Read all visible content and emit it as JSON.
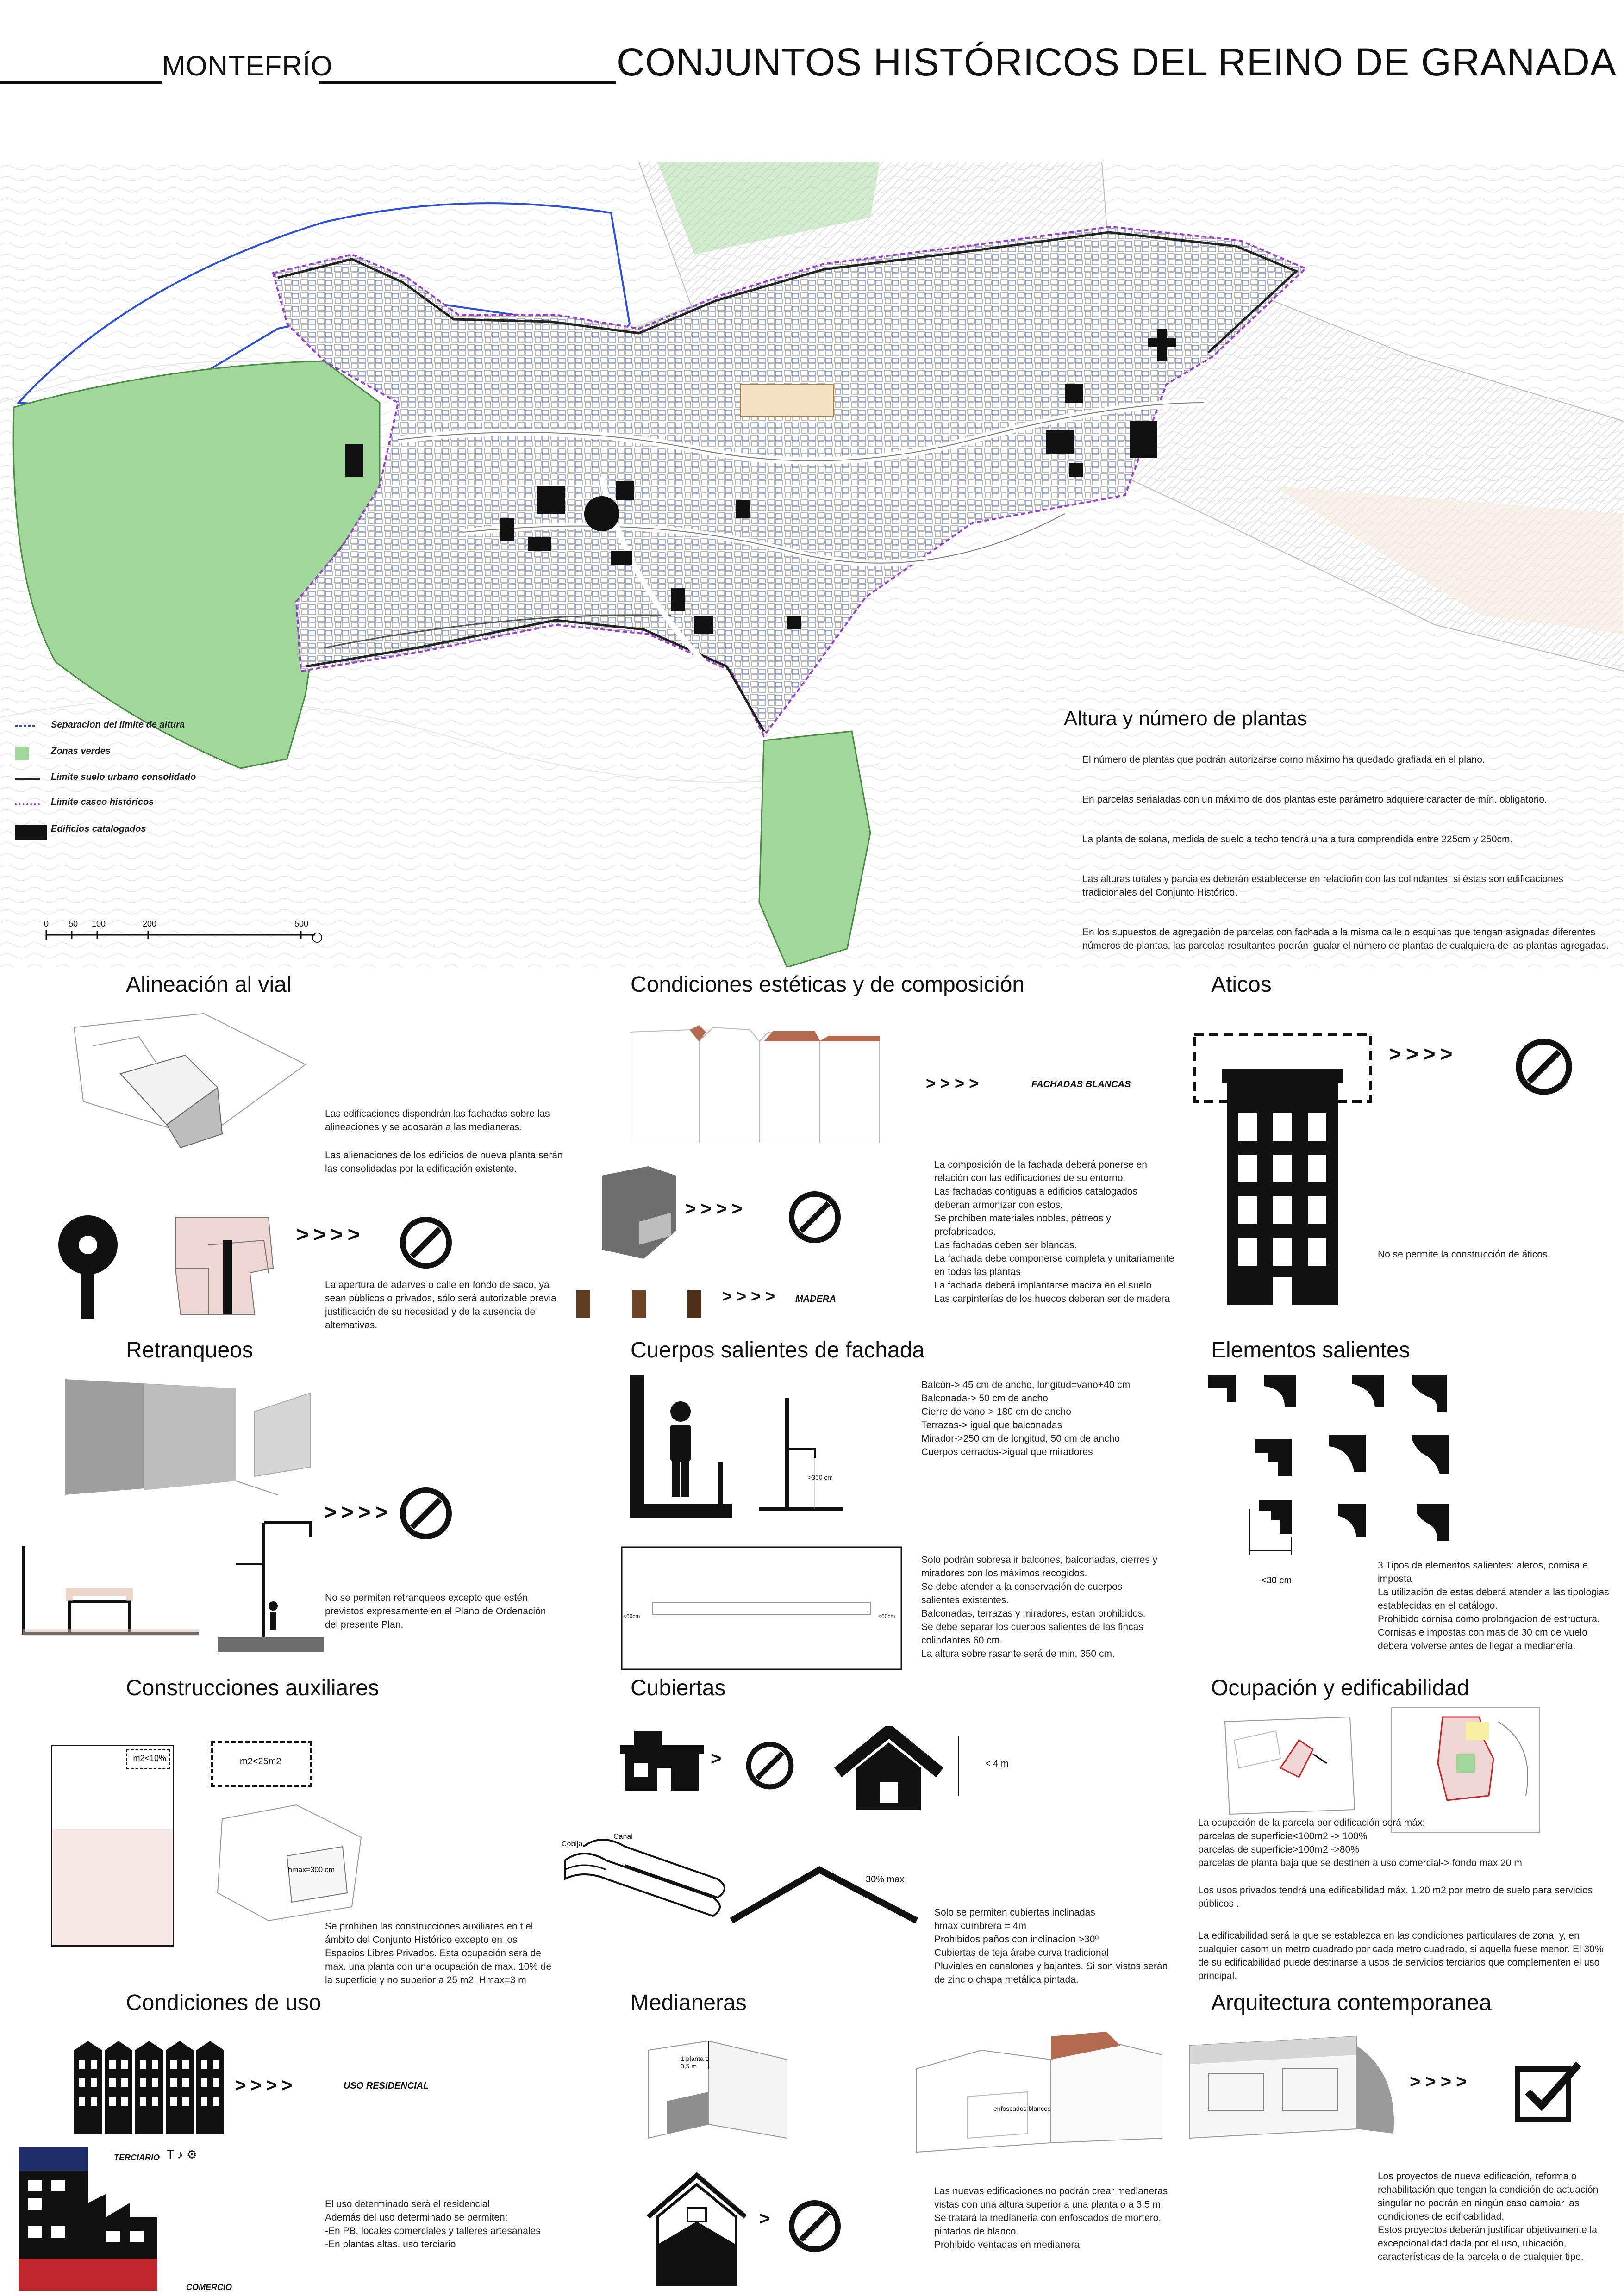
{
  "header": {
    "town": "MONTEFRÍO",
    "title": "CONJUNTOS HISTÓRICOS DEL REINO DE GRANADA"
  },
  "legend": {
    "items": [
      {
        "label": "Separacion del limite de altura",
        "color": "#2b4fd8"
      },
      {
        "label": "Zonas verdes",
        "color": "#9fd89a"
      },
      {
        "label": "Limite suelo urbano consolidado",
        "color": "#222222"
      },
      {
        "label": "Limite casco históricos",
        "color": "#9b3fd1"
      },
      {
        "label": "Edificios catalogados",
        "color": "#111111"
      }
    ],
    "scale_ticks": [
      "0",
      "50",
      "100",
      "200",
      "500"
    ]
  },
  "altura": {
    "title": "Altura y número de plantas",
    "p1": "El número de plantas que podrán autorizarse como máximo ha quedado grafiada en el plano.",
    "p2": "En parcelas señaladas con un máximo de dos plantas este parámetro adquiere caracter de mín. obligatorio.",
    "p3": "La planta de solana, medida de suelo a techo tendrá una altura comprendida entre 225cm y 250cm.",
    "p4": "Las alturas totales y parciales deberán establecerse en relacióñn con las colindantes, si éstas son edificaciones tradicionales del Conjunto Histórico.",
    "p5": "En los supuestos de agregación de parcelas con fachada a la misma calle o esquinas que tengan asignadas diferentes números de plantas, las parcelas resultantes podrán igualar el número de plantas de cualquiera de las plantas agregadas."
  },
  "alineacion": {
    "title": "Alineación al vial",
    "t1": "Las edificaciones dispondrán las fachadas sobre las alineaciones y se adosarán a las medianeras.",
    "t2": "Las alienaciones de los edificios de nueva planta serán las consolidadas por la edificación existente.",
    "t3": "La apertura de adarves o calle en fondo de saco, ya sean públicos o privados, sólo será autorizable previa justificación de su necesidad y de la ausencia de alternativas."
  },
  "esteticas": {
    "title": "Condiciones estéticas y de composición",
    "label_blancas": "FACHADAS BLANCAS",
    "label_madera": "MADERA",
    "text": "La composición de la fachada deberá ponerse en relación con las edificaciones de su entorno.\nLas fachadas contiguas a edificios catalogados deberan armonizar con estos.\nSe prohiben materiales nobles, pétreos y prefabricados.\nLas fachadas deben ser blancas.\nLa fachada debe componerse completa y unitariamente en todas las plantas\nLa fachada deberá implantarse maciza en el suelo\nLas carpinterías de los huecos deberan ser de madera"
  },
  "aticos": {
    "title": "Aticos",
    "text": "No se permite la construcción de áticos."
  },
  "retranqueos": {
    "title": "Retranqueos",
    "text": "No se permiten retranqueos excepto que estén previstos expresamente en el Plano de Ordenación del presente Plan."
  },
  "cuerpos": {
    "title": "Cuerpos salientes de fachada",
    "list": "Balcón-> 45 cm de ancho, longitud=vano+40 cm\nBalconada-> 50 cm de ancho\nCierre de vano-> 180 cm de ancho\nTerrazas-> igual que balconadas\nMirador->250 cm de longitud, 50 cm de ancho\nCuerpos cerrados->igual que miradores",
    "label_350": ">350 cm",
    "label_60": "<60cm",
    "text2": "Solo podrán sobresalir balcones, balconadas, cierres y miradores con los máximos recogidos.\nSe debe atender a la conservación de cuerpos salientes existentes.\nBalconadas, terrazas y miradores, estan prohibidos.\nSe debe separar los cuerpos salientes de las fincas colindantes 60 cm.\nLa altura sobre rasante será de min. 350 cm."
  },
  "elementos": {
    "title": "Elementos salientes",
    "label_30": "<30 cm",
    "text": "3 Tipos de elementos salientes: aleros, cornisa e imposta\nLa utilización de estas deberá atender a las tipologias establecidas en el catálogo.\nProhibido cornisa como prolongacion de estructura.\nCornisas e impostas con mas de 30 cm de vuelo debera volverse antes de llegar a medianería."
  },
  "auxiliares": {
    "title": "Construcciones auxiliares",
    "label_10": "m2<10%",
    "label_25": "m2<25m2",
    "label_h": "hmax=300 cm",
    "text": "Se prohiben las construcciones auxiliares en t el ámbito del Conjunto Histórico excepto en los Espacios Libres Privados. Esta ocupación será de max. una planta con una ocupación de max. 10% de la superficie y no superior a 25 m2. Hmax=3 m"
  },
  "cubiertas": {
    "title": "Cubiertas",
    "label_4m": "< 4 m",
    "label_30": "30% max",
    "label_cobija": "Cobija",
    "label_canal": "Canal",
    "text": "Solo se permiten cubiertas inclinadas\nhmax cumbrera = 4m\nProhibidos paños con inclinacion >30º\nCubiertas de teja árabe curva tradicional\nPluviales en canalones y bajantes. Si son vistos serán de zinc o chapa metálica pintada."
  },
  "ocupacion": {
    "title": "Ocupación y edificabilidad",
    "text1": "La ocupación de la parcela por edificación será máx:\nparcelas de superficie<100m2 -> 100%\nparcelas de superficie>100m2 ->80%\nparcelas de planta baja que se destinen a uso comercial-> fondo max 20 m",
    "text2": "Los  usos privados  tendrá una edificabilidad máx. 1.20 m2 por metro de suelo para servicios públicos .",
    "text3": "La edificabilidad será la que se establezca en las condiciones particulares de zona, y, en cualquier casom un metro cuadrado por cada metro cuadrado, si aquella fuese menor. El 30% de su edificabilidad puede destinarse a usos de servicios terciarios que complementen el uso principal."
  },
  "uso": {
    "title": "Condiciones de uso",
    "label_residencial": "USO RESIDENCIAL",
    "label_terciario": "TERCIARIO",
    "label_comercio": "COMERCIO",
    "text": "El uso determinado será el residencial\nAdemás del uso determinado se permiten:\n-En PB, locales comerciales y talleres artesanales\n-En plantas altas. uso terciario"
  },
  "medianeras": {
    "title": "Medianeras",
    "label_planta": "1 planta o 3,5 m",
    "label_enfoscados": "enfoscados blancos",
    "text": "Las nuevas edificaciones  no podrán crear medianeras vistas con una altura superior a una planta o a 3,5 m,\nSe tratará la medianeria con enfoscados de mortero, pintados de blanco.\nProhibido ventadas en medianera."
  },
  "contemporanea": {
    "title": "Arquitectura contemporanea",
    "text": "Los proyectos de nueva edificación, reforma o rehabilitación que tengan la condición de actuación singular no podrán en ningún caso cambiar las condiciones de edificabilidad.\nEstos proyectos deberán justificar objetivamente la excepcionalidad dada por el uso, ubicación, características de la parcela o de cualquier tipo."
  },
  "colors": {
    "green": "#9fd89a",
    "purple": "#9b3fd1",
    "blue": "#2b4fd8",
    "terracotta": "#b36a4f",
    "pink": "#efd6d2",
    "red": "#c0262b",
    "navy": "#1f2d6b"
  }
}
